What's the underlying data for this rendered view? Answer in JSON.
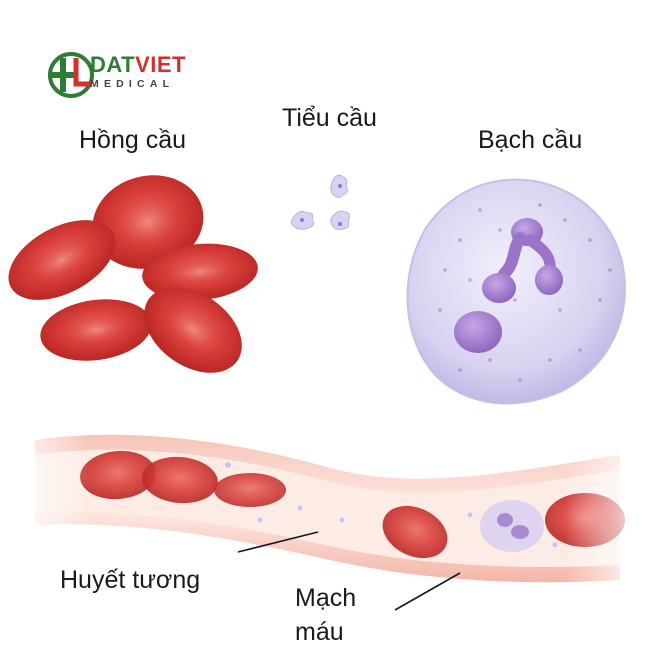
{
  "logo": {
    "brand_part1": "DAT",
    "brand_part2": "VIET",
    "subtitle": "MEDICAL",
    "colors": {
      "green": "#2e7d32",
      "red": "#d32f2f"
    }
  },
  "labels": {
    "red_blood_cells": "Hồng cầu",
    "platelets": "Tiểu cầu",
    "white_blood_cell": "Bạch cầu",
    "plasma": "Huyết tương",
    "blood_vessel_line1": "Mạch",
    "blood_vessel_line2": "máu"
  },
  "colors": {
    "red_cell": "#c62828",
    "red_cell_light": "#e85a5a",
    "white_cell": "#d9d6f2",
    "nucleus": "#9a74c8",
    "vessel_wall": "#f3b3a8",
    "plasma": "#fbe6df"
  }
}
